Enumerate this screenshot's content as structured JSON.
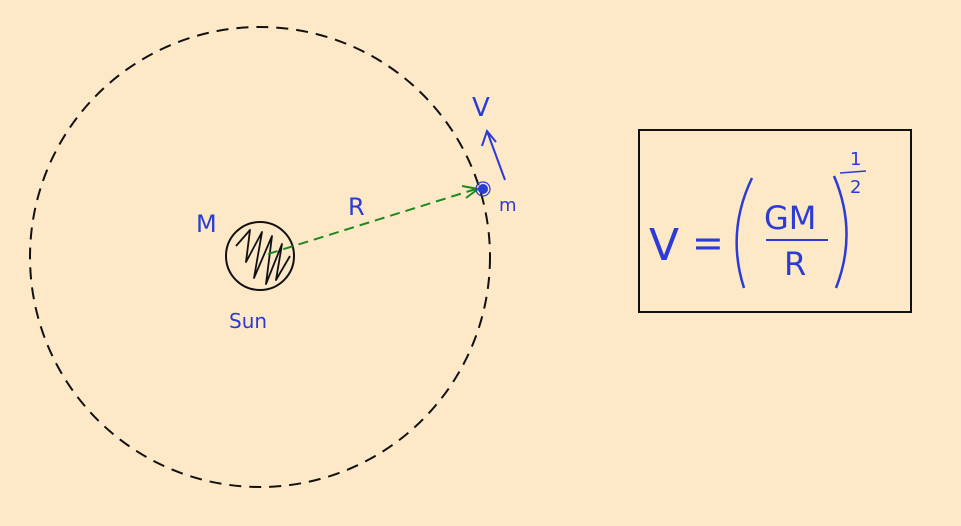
{
  "colors": {
    "background": "#fde8c8",
    "ink_black": "#111111",
    "ink_blue": "#2a3bd6",
    "ink_green": "#1e8a1e"
  },
  "labels": {
    "sun_mass": "M",
    "sun_name": "Sun",
    "radius": "R",
    "planet_mass": "m",
    "velocity": "V"
  },
  "formula": {
    "lhs": "V",
    "equals": "=",
    "numerator": "GM",
    "denominator": "R",
    "exponent_num": "1",
    "exponent_den": "2"
  }
}
